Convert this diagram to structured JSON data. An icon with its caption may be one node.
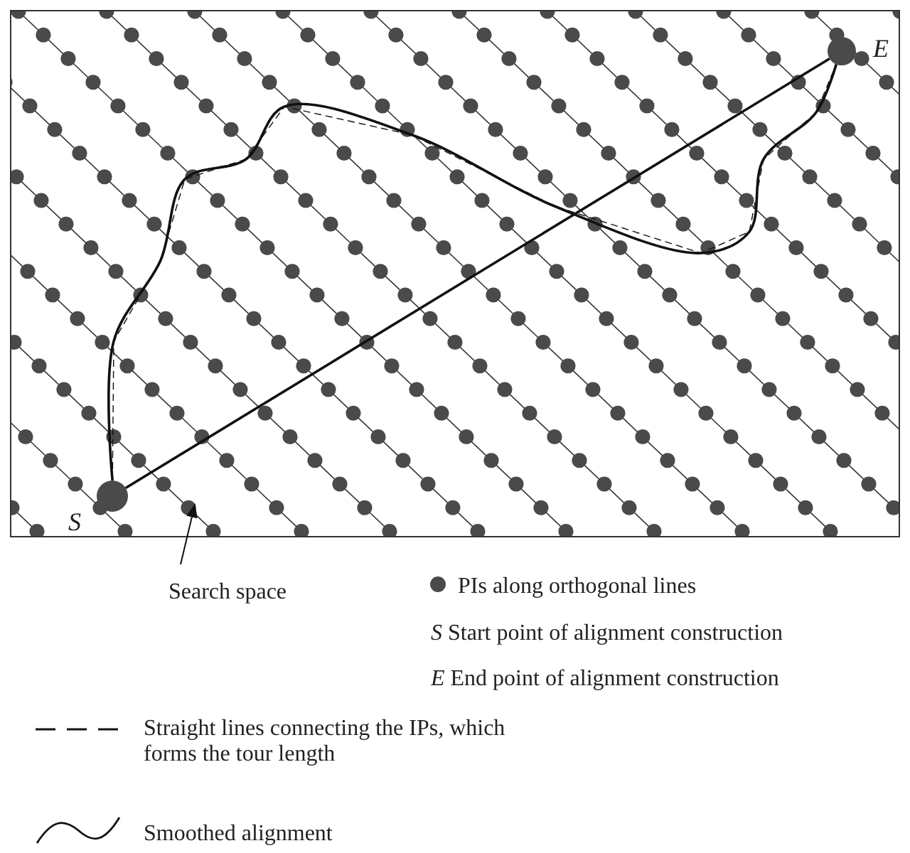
{
  "diagram": {
    "nodes": [
      {
        "text": [],
        "shape": "box"
      },
      {
        "text": [],
        "shape": "circle",
        "beside": [
          "S"
        ],
        "in": 0
      },
      {
        "text": [],
        "shape": "circle",
        "beside": [
          "E"
        ],
        "in": 0
      },
      {
        "text": [
          "Search space"
        ]
      }
    ],
    "edges": [
      {
        "from": 1,
        "to": 2,
        "arrow": "none"
      },
      {
        "from": 1,
        "to": 2,
        "arrow": "none"
      },
      {
        "from": 1,
        "to": 2,
        "arrow": "none",
        "style": "dashed"
      },
      {
        "from": 3,
        "to": 0,
        "arrow": "to"
      }
    ],
    "legend": [
      {
        "text": "PIs along orthogonal lines"
      },
      {
        "text": "*S* Start point of alignment construction"
      },
      {
        "text": "*E* End point of alignment construction"
      },
      {
        "text": "Straight lines connecting the IPs, which forms the tour length"
      },
      {
        "text": "Smoothed alignment"
      }
    ]
  }
}
